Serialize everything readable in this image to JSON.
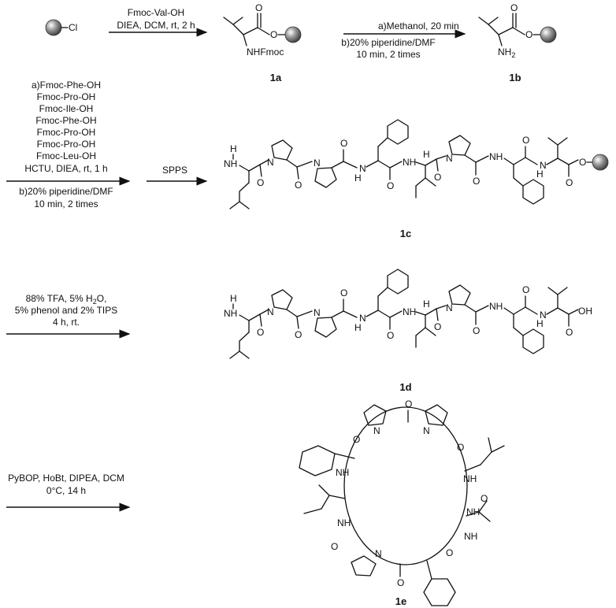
{
  "step1": {
    "line1": "Fmoc-Val-OH",
    "line2": "DIEA, DCM, rt, 2 h"
  },
  "step2": {
    "line1": "a)Methanol, 20 min",
    "line2": "b)20% piperidine/DMF",
    "line3": "10 min, 2 times"
  },
  "step3": {
    "lines": [
      "a)Fmoc-Phe-OH",
      "Fmoc-Pro-OH",
      "Fmoc-Ile-OH",
      "Fmoc-Phe-OH",
      "Fmoc-Pro-OH",
      "Fmoc-Pro-OH",
      "Fmoc-Leu-OH",
      "HCTU, DIEA, rt, 1 h"
    ],
    "below1": "b)20% piperidine/DMF",
    "below2": "10 min, 2 times",
    "spps": "SPPS"
  },
  "step4": {
    "line1": "88% TFA, 5% H",
    "line1_sub": "2",
    "line1_end": "O,",
    "line2": "5% phenol and 2% TIPS",
    "line3": "4 h, rt."
  },
  "step5": {
    "line1": "PyBOP, HoBt, DIPEA, DCM",
    "line2": "0°C, 14 h"
  },
  "labels": {
    "c1a": "1a",
    "c1b": "1b",
    "c1c": "1c",
    "c1d": "1d",
    "c1e": "1e"
  },
  "atoms": {
    "cl": "Cl",
    "o": "O",
    "nhfmoc": "NHFmoc",
    "nh": "NH",
    "n": "N",
    "h": "H",
    "ho": "OH",
    "oh": "OH",
    "nh2": "NH",
    "nh2_sub": "2"
  }
}
